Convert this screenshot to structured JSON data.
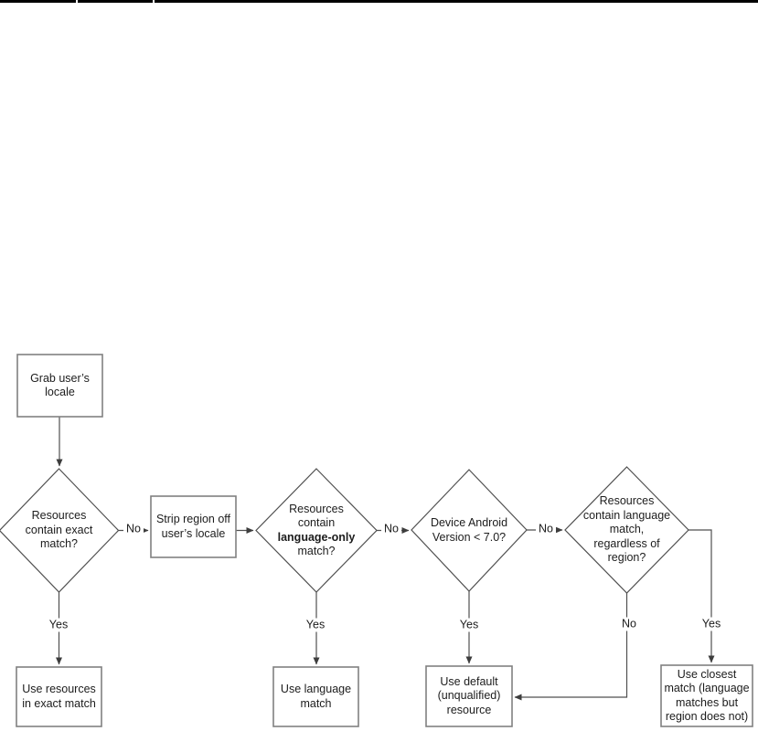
{
  "colors": {
    "connector_line": "#4f4f4f",
    "box_border": "#808080",
    "diamond_border": "#4f4f4f",
    "text": "#1c1c1c",
    "top_rule": "#000000"
  },
  "nodes": {
    "grab_locale": {
      "type": "process",
      "lines": [
        "Grab user’s",
        "locale"
      ]
    },
    "exact_match": {
      "type": "decision",
      "lines": [
        "Resources",
        "contain exact",
        "match?"
      ]
    },
    "strip_region": {
      "type": "process",
      "lines": [
        "Strip region off",
        "user’s locale"
      ]
    },
    "language_only": {
      "type": "decision",
      "lines": [
        "Resources",
        "contain",
        "language-only",
        "match?"
      ]
    },
    "android_version": {
      "type": "decision",
      "lines": [
        "Device Android",
        "Version < 7.0?"
      ]
    },
    "language_match": {
      "type": "decision",
      "lines": [
        "Resources",
        "contain language",
        "match,",
        "regardless of",
        "region?"
      ]
    },
    "use_exact": {
      "type": "result",
      "lines": [
        "Use resources",
        "in exact match"
      ]
    },
    "use_language": {
      "type": "result",
      "lines": [
        "Use language",
        "match"
      ]
    },
    "use_default": {
      "type": "result",
      "lines": [
        "Use default",
        "(unqualified)",
        "resource"
      ]
    },
    "use_closest": {
      "type": "result",
      "lines": [
        "Use closest",
        "match (language",
        "matches but",
        "region does not)"
      ]
    }
  },
  "edge_labels": {
    "exact_yes": "Yes",
    "exact_no": "No",
    "language_only_yes": "Yes",
    "language_only_no": "No",
    "version_yes": "Yes",
    "version_no": "No",
    "language_match_no": "No",
    "language_match_yes": "Yes"
  }
}
